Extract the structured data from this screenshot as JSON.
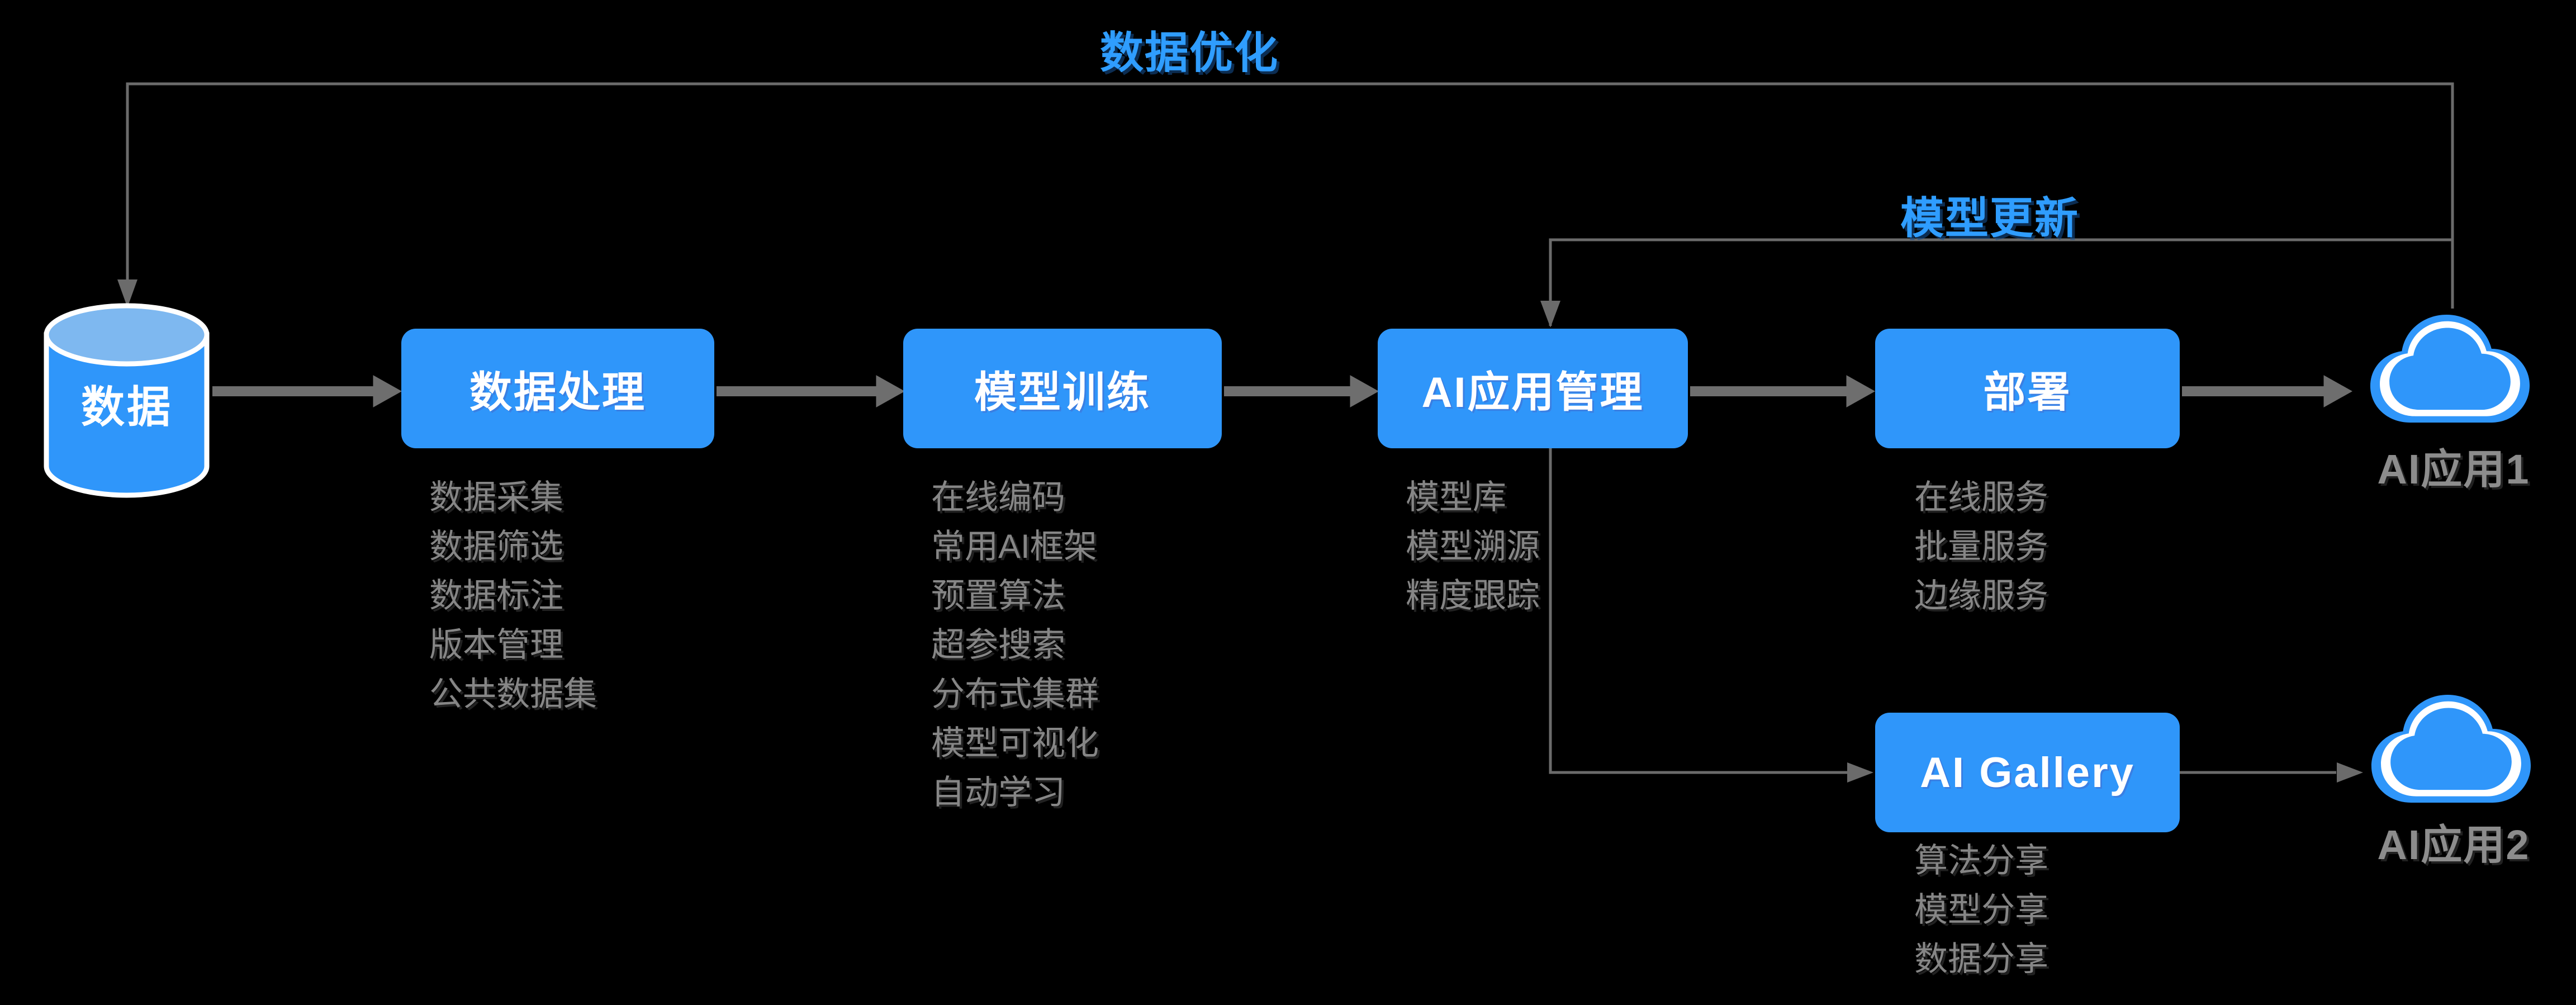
{
  "diagram": {
    "background": "#000000",
    "colors": {
      "node_blue": "#2F96FA",
      "cylinder_top_blue": "#7EB8F0",
      "title_blue": "#2F9DFF",
      "arrow_gray": "#6E6E6E",
      "line_gray": "#6B6B6B",
      "list_gray": "#868686",
      "cloud_label_gray": "#8C8C8C",
      "white": "#FFFFFF"
    },
    "feedback_labels": {
      "data_optimization": "数据优化",
      "model_update": "模型更新"
    },
    "source": {
      "label": "数据"
    },
    "stages": [
      {
        "id": "data-processing",
        "label": "数据处理",
        "items": [
          "数据采集",
          "数据筛选",
          "数据标注",
          "版本管理",
          "公共数据集"
        ]
      },
      {
        "id": "model-training",
        "label": "模型训练",
        "items": [
          "在线编码",
          "常用AI框架",
          "预置算法",
          "超参搜索",
          "分布式集群",
          "模型可视化",
          "自动学习"
        ]
      },
      {
        "id": "ai-app-management",
        "label": "AI应用管理",
        "items": [
          "模型库",
          "模型溯源",
          "精度跟踪"
        ]
      },
      {
        "id": "deployment",
        "label": "部署",
        "items": [
          "在线服务",
          "批量服务",
          "边缘服务"
        ]
      },
      {
        "id": "ai-gallery",
        "label": "AI Gallery",
        "items": [
          "算法分享",
          "模型分享",
          "数据分享"
        ]
      }
    ],
    "outputs": [
      {
        "id": "ai-app-1",
        "label": "AI应用1"
      },
      {
        "id": "ai-app-2",
        "label": "AI应用2"
      }
    ]
  }
}
